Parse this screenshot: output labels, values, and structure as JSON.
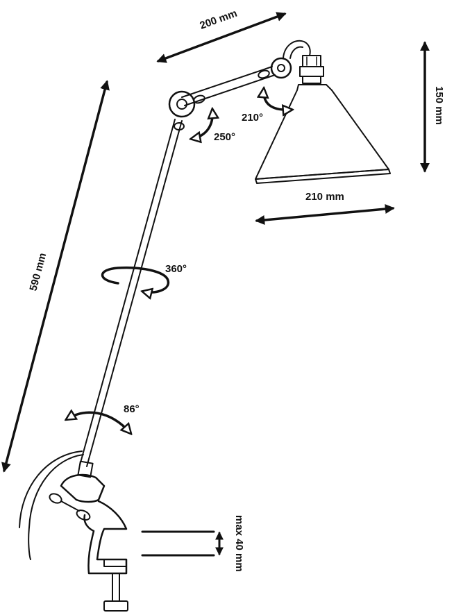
{
  "dimensions": {
    "arm_upper": "200 mm",
    "shade_height": "150 mm",
    "shade_width": "210 mm",
    "arm_lower": "590 mm",
    "clamp_max": "max 40 mm"
  },
  "angles": {
    "shade_tilt": "210°",
    "elbow": "250°",
    "rotation": "360°",
    "base_tilt": "86°"
  },
  "colors": {
    "ink": "#111111",
    "background": "#ffffff"
  }
}
